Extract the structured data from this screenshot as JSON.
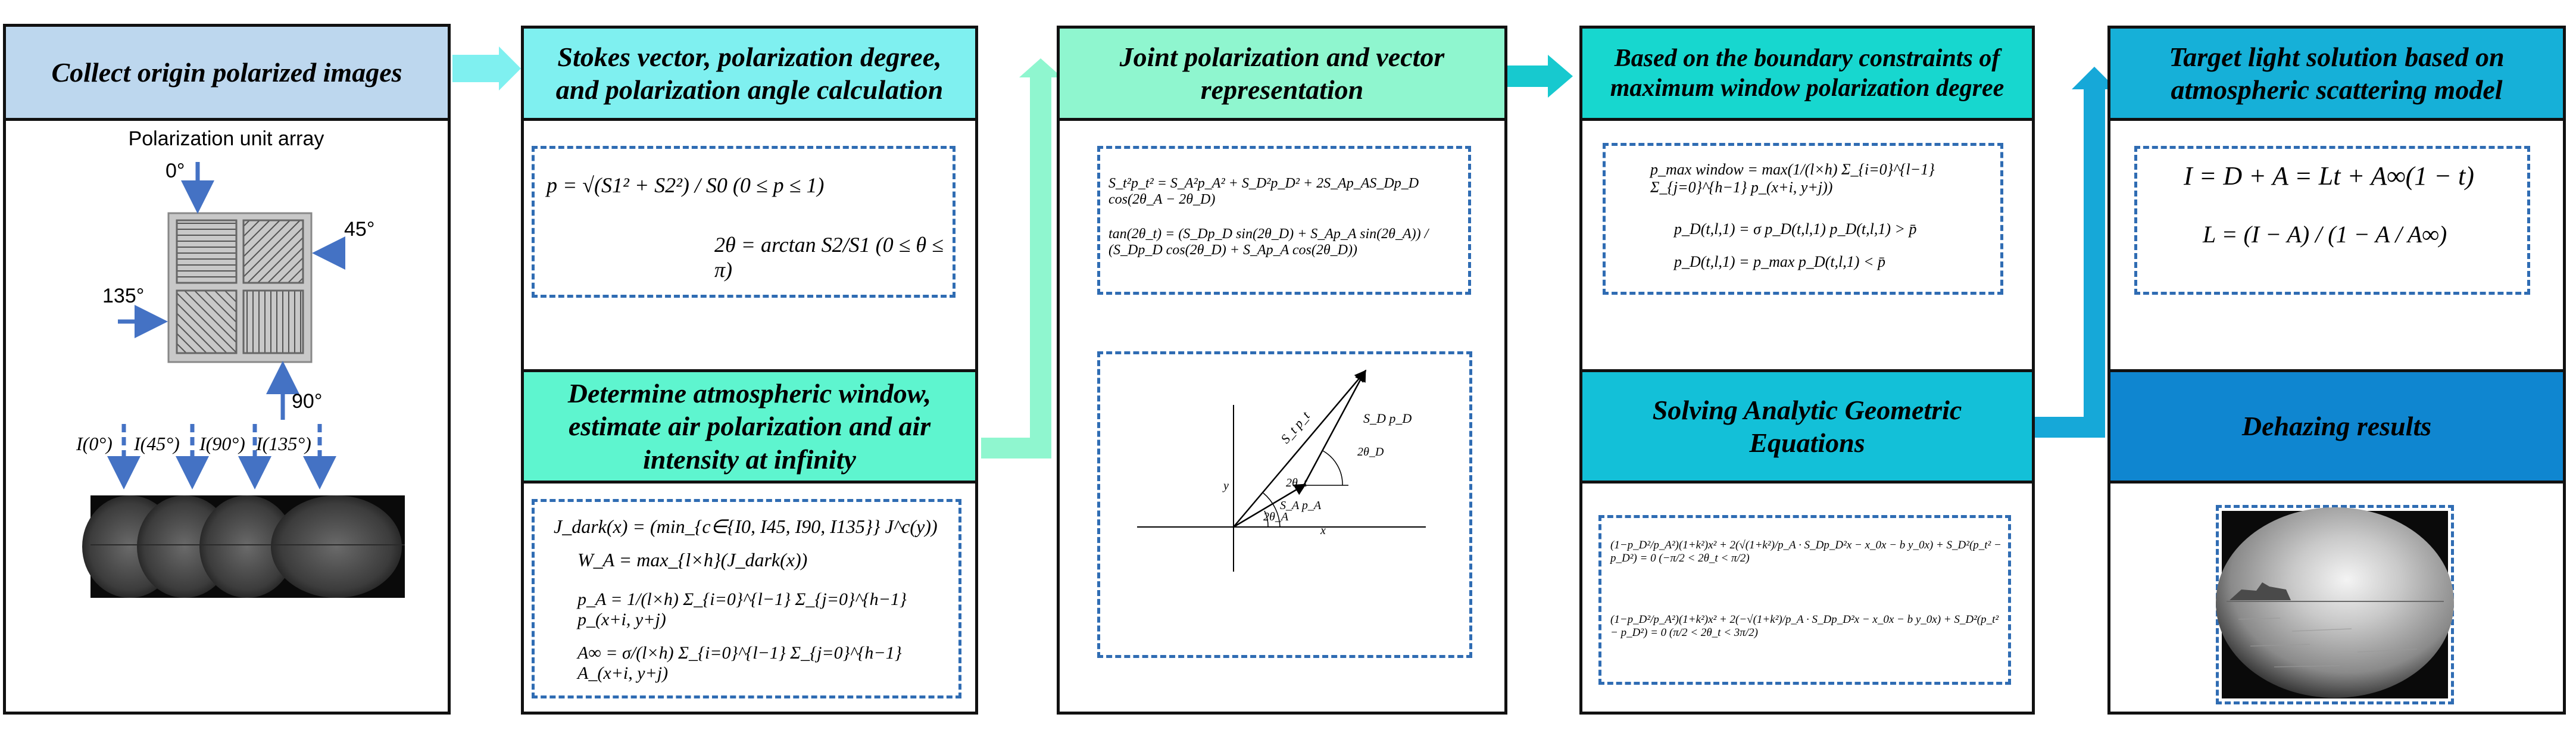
{
  "panels": {
    "p1": {
      "title": "Collect origin polarized images",
      "array_caption": "Polarization unit array",
      "angles": [
        "0°",
        "45°",
        "135°",
        "90°"
      ],
      "intensity_labels": [
        "I(0°)",
        "I(45°)",
        "I(90°)",
        "I(135°)"
      ]
    },
    "p2": {
      "title": "Stokes vector, polarization degree, and polarization angle calculation",
      "eq1": "p = √(S1² + S2²) / S0   (0 ≤ p ≤ 1)",
      "eq2": "2θ = arctan S2/S1   (0 ≤ θ ≤ π)",
      "subtitle": "Determine atmospheric window, estimate air polarization and air intensity at infinity",
      "eq3": "J_dark(x) = (min_{c∈{I0, I45, I90, I135}} J^c(y))",
      "eq4": "W_A = max_{l×h}(J_dark(x))",
      "eq5": "p_A = 1/(l×h) Σ_{i=0}^{l−1} Σ_{j=0}^{h−1} p_(x+i, y+j)",
      "eq6": "A∞ = σ/(l×h) Σ_{i=0}^{l−1} Σ_{j=0}^{h−1} A_(x+i, y+j)"
    },
    "p3": {
      "title": "Joint polarization and vector representation",
      "eq1": "S_t²p_t² = S_A²p_A² + S_D²p_D² + 2S_Ap_AS_Dp_D cos(2θ_A − 2θ_D)",
      "eq2": "tan(2θ_t) = (S_Dp_D sin(2θ_D) + S_Ap_A sin(2θ_A)) / (S_Dp_D cos(2θ_D) + S_Ap_A cos(2θ_D))",
      "diagram": {
        "y_axis": "y",
        "x_axis": "x",
        "vec_t": "S_t p_t",
        "vec_d": "S_D p_D",
        "vec_a": "S_A p_A",
        "angle_t": "2θ_t",
        "angle_a": "2θ_A",
        "angle_d": "2θ_D"
      }
    },
    "p4": {
      "title": "Based on the boundary constraints of maximum window polarization degree",
      "eq1": "p_max window = max(1/(l×h) Σ_{i=0}^{l−1} Σ_{j=0}^{h−1} p_(x+i, y+j))",
      "eq2": "p_D(t,l,1) = σ p_D(t,l,1)     p_D(t,l,1) > p̄",
      "eq3": "p_D(t,l,1) = p_max     p_D(t,l,1) < p̄",
      "subtitle": "Solving Analytic Geometric Equations",
      "eq4": "(1−p_D²/p_A²)(1+k²)x² + 2(√(1+k²)/p_A · S_Dp_D²x − x_0x − b y_0x) + S_D²(p_t² − p_D²) = 0 (−π/2 < 2θ_t < π/2)",
      "eq5": "(1−p_D²/p_A²)(1+k²)x² + 2(−√(1+k²)/p_A · S_Dp_D²x − x_0x − b y_0x) + S_D²(p_t² − p_D²) = 0 (π/2 < 2θ_t < 3π/2)"
    },
    "p5": {
      "title": "Target light solution based on atmospheric scattering model",
      "eq1": "I = D + A = Lt + A∞(1 − t)",
      "eq2": "L = (I − A) / (1 − A / A∞)",
      "subtitle": "Dehazing results"
    }
  },
  "colors": {
    "p1_head": "#bdd7ee",
    "p2_head": "#7ff0f0",
    "p2_sub": "#5ef5cf",
    "p3_head": "#8ff6cf",
    "p4_head": "#17d7cf",
    "p4_sub": "#13c0d8",
    "p5_head": "#16b0d8",
    "p5_sub": "#0f86d0",
    "dash": "#2f6cb3",
    "arrow_blue": "#4472c4"
  }
}
